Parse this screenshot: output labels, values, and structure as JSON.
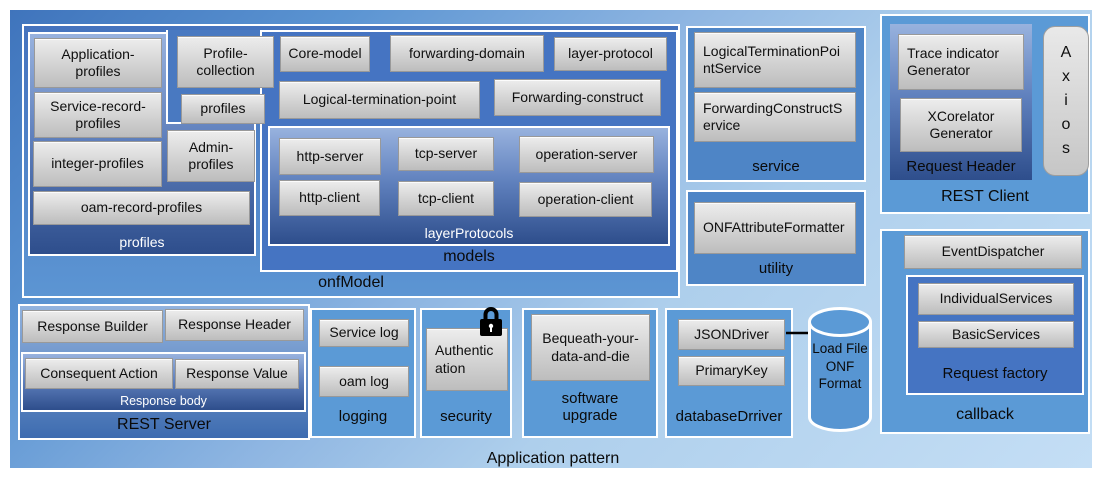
{
  "app": {
    "title": "Application pattern"
  },
  "onf_model": {
    "label": "onfModel",
    "profiles_group": {
      "label": "profiles",
      "items": [
        "Application-profiles",
        "Service-record-profiles",
        "integer-profiles",
        "Admin-profiles",
        "oam-record-profiles"
      ],
      "outer_items": [
        "Profile-collection",
        "profiles"
      ]
    },
    "models_group": {
      "label": "models",
      "items": [
        "Core-model",
        "forwarding-domain",
        "layer-protocol",
        "Logical-termination-point",
        "Forwarding-construct"
      ],
      "layer_protocols": {
        "label": "layerProtocols",
        "items": [
          "http-server",
          "tcp-server",
          "operation-server",
          "http-client",
          "tcp-client",
          "operation-client"
        ]
      }
    }
  },
  "service": {
    "label": "service",
    "items": [
      "LogicalTerminationPointService",
      "ForwardingConstructService"
    ]
  },
  "utility": {
    "label": "utility",
    "items": [
      "ONFAttributeFormatter"
    ]
  },
  "rest_client": {
    "label": "REST Client",
    "request_header": {
      "label": "Request Header",
      "items": [
        "Trace indicator Generator",
        "XCorelator Generator"
      ]
    },
    "axios": {
      "word": "Axios",
      "letters": [
        "A",
        "x",
        "i",
        "o",
        "s"
      ]
    }
  },
  "callback": {
    "label": "callback",
    "event_dispatcher": "EventDispatcher",
    "request_factory": {
      "label": "Request factory",
      "items": [
        "IndividualServices",
        "BasicServices"
      ]
    }
  },
  "rest_server": {
    "label": "REST Server",
    "items": [
      "Response Builder",
      "Response Header"
    ],
    "response_body": {
      "label": "Response body",
      "items": [
        "Consequent Action",
        "Response Value"
      ]
    }
  },
  "logging": {
    "label": "logging",
    "items": [
      "Service log",
      "oam log"
    ]
  },
  "security": {
    "label": "security",
    "items": [
      "Authentication"
    ],
    "icon": "lock-icon"
  },
  "software_upgrade": {
    "label": "software upgrade",
    "items": [
      "Bequeath-your-data-and-die"
    ]
  },
  "database_driver": {
    "label": "databaseDrriver",
    "items": [
      "JSONDriver",
      "PrimaryKey"
    ],
    "arrow_icon": "arrow-right"
  },
  "load_file": {
    "label": "Load File ONF Format",
    "shape": "database-cylinder"
  },
  "colors": {
    "background_gradient_top": "#3F74BC",
    "background_gradient_bottom": "#C4DEF5",
    "section_blue": "#5B9AD6",
    "section_blue_dark": "#4E85C6",
    "flat_blue": "#4574C2",
    "group_gradient_top": "#98B2DE",
    "group_gradient_bottom": "#2E4E8C",
    "item_gray": "#D2D2D2",
    "border_white": "#FFFFFF",
    "text_black": "#0F0F0F"
  }
}
